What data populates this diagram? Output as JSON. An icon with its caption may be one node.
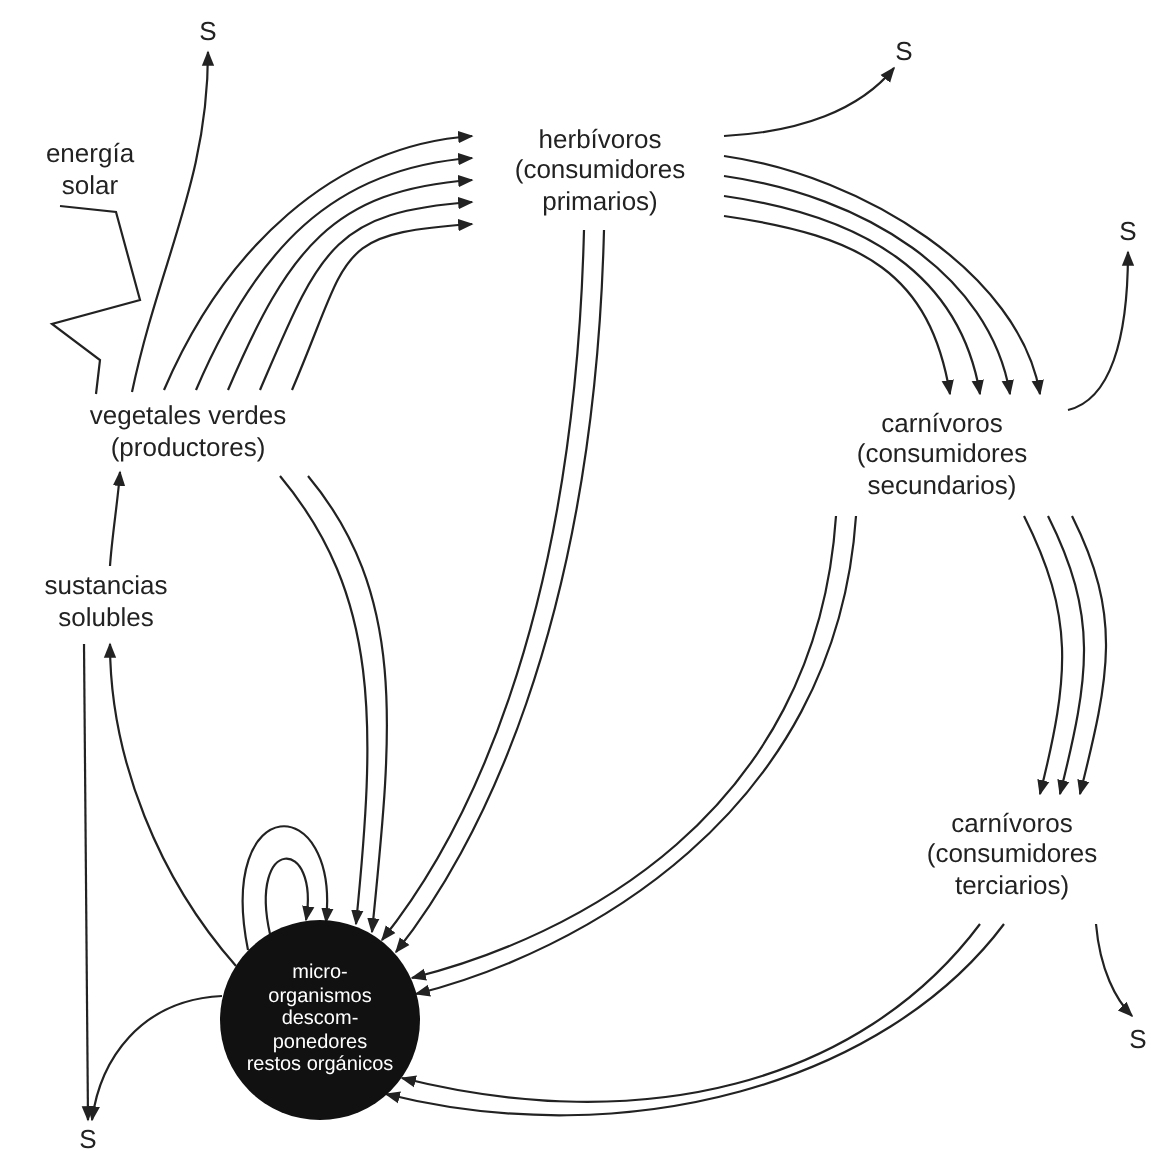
{
  "diagram": {
    "nodes": [
      {
        "text": [
          "energía solar"
        ]
      },
      {
        "text": [
          "vegetales verdes (productores)"
        ]
      },
      {
        "text": [
          "herbívoros (consumidores primarios)"
        ]
      },
      {
        "text": [
          "carnívoros (consumidores secundarios)"
        ]
      },
      {
        "text": [
          "carnívoros (consumidores terciarios)"
        ]
      },
      {
        "text": [
          "sustancias solubles"
        ]
      },
      {
        "text": [
          "micro- organismos descom- ponedores restos orgánicos"
        ]
      },
      {
        "text": [
          "S"
        ]
      },
      {
        "text": [
          "S"
        ]
      },
      {
        "text": [
          "S"
        ]
      },
      {
        "text": [
          "S"
        ]
      },
      {
        "text": [
          "S"
        ]
      }
    ],
    "edges": [
      {
        "from": 0,
        "to": 1,
        "arrow": "none"
      },
      {
        "from": 1,
        "to": 2,
        "arrow": "to"
      },
      {
        "from": 1,
        "to": 2,
        "arrow": "to"
      },
      {
        "from": 1,
        "to": 2,
        "arrow": "to"
      },
      {
        "from": 1,
        "to": 2,
        "arrow": "to"
      },
      {
        "from": 1,
        "to": 2,
        "arrow": "to"
      },
      {
        "from": 2,
        "to": 3,
        "arrow": "to"
      },
      {
        "from": 2,
        "to": 3,
        "arrow": "to"
      },
      {
        "from": 2,
        "to": 3,
        "arrow": "to"
      },
      {
        "from": 2,
        "to": 3,
        "arrow": "to"
      },
      {
        "from": 3,
        "to": 4,
        "arrow": "to"
      },
      {
        "from": 3,
        "to": 4,
        "arrow": "to"
      },
      {
        "from": 3,
        "to": 4,
        "arrow": "to"
      },
      {
        "from": 1,
        "to": 6,
        "arrow": "to"
      },
      {
        "from": 1,
        "to": 6,
        "arrow": "to"
      },
      {
        "from": 2,
        "to": 6,
        "arrow": "to"
      },
      {
        "from": 2,
        "to": 6,
        "arrow": "to"
      },
      {
        "from": 3,
        "to": 6,
        "arrow": "to"
      },
      {
        "from": 3,
        "to": 6,
        "arrow": "to"
      },
      {
        "from": 4,
        "to": 6,
        "arrow": "to"
      },
      {
        "from": 4,
        "to": 6,
        "arrow": "to"
      },
      {
        "from": 6,
        "to": 6,
        "arrow": "to"
      },
      {
        "from": 6,
        "to": 6,
        "arrow": "to"
      },
      {
        "from": 6,
        "to": 5,
        "arrow": "to"
      },
      {
        "from": 5,
        "to": 1,
        "arrow": "to"
      },
      {
        "from": 1,
        "to": 7,
        "arrow": "to"
      },
      {
        "from": 2,
        "to": 8,
        "arrow": "to"
      },
      {
        "from": 3,
        "to": 9,
        "arrow": "to"
      },
      {
        "from": 4,
        "to": 10,
        "arrow": "to"
      },
      {
        "from": 6,
        "to": 11,
        "arrow": "to"
      },
      {
        "from": 5,
        "to": 11,
        "arrow": "to"
      }
    ]
  }
}
